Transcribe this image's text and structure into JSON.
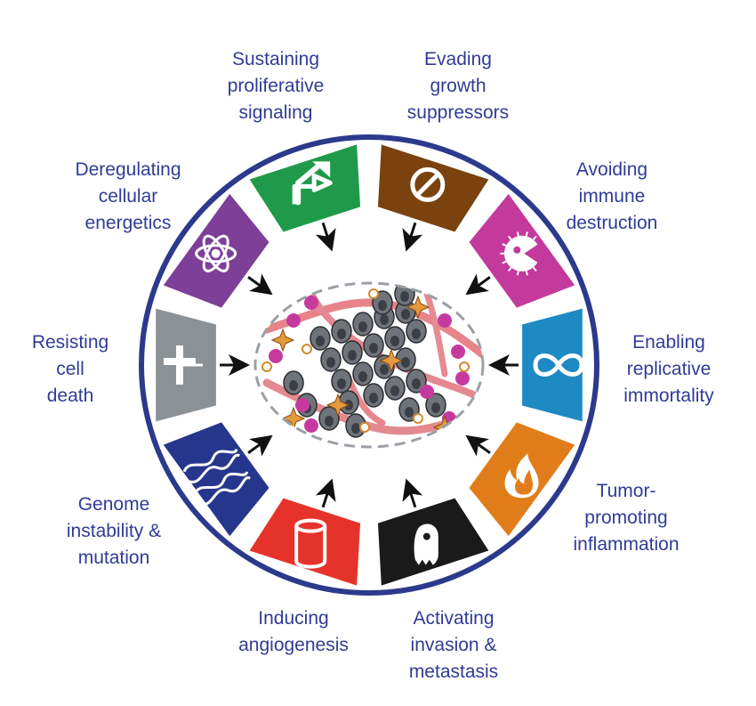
{
  "colors": {
    "ring": "#2b3a8c",
    "label_text": "#2f3c96",
    "segment_green": "#1f9a4a",
    "segment_brown": "#7a420f",
    "segment_magenta": "#c33a9c",
    "segment_cyan": "#1e8ac4",
    "segment_orange": "#e07d1a",
    "segment_black": "#1a1a1a",
    "segment_red": "#e5332b",
    "segment_navy": "#26368c",
    "segment_gray": "#8c9196",
    "segment_purple": "#7d3f98"
  },
  "hallmarks": [
    {
      "id": "proliferative",
      "icon": "arrow-up-right-icon",
      "lines": [
        "Sustaining",
        "proliferative",
        "signaling"
      ]
    },
    {
      "id": "growth-suppressors",
      "icon": "no-entry-icon",
      "lines": [
        "Evading",
        "growth",
        "suppressors"
      ]
    },
    {
      "id": "immune",
      "icon": "pacman-cell-icon",
      "lines": [
        "Avoiding",
        "immune",
        "destruction"
      ]
    },
    {
      "id": "immortality",
      "icon": "infinity-icon",
      "lines": [
        "Enabling",
        "replicative",
        "immortality"
      ]
    },
    {
      "id": "inflammation",
      "icon": "flame-icon",
      "lines": [
        "Tumor-",
        "promoting",
        "inflammation"
      ]
    },
    {
      "id": "invasion",
      "icon": "migrating-cell-icon",
      "lines": [
        "Activating",
        "invasion &",
        "metastasis"
      ]
    },
    {
      "id": "angiogenesis",
      "icon": "blood-vessel-icon",
      "lines": [
        "Inducing",
        "angiogenesis"
      ]
    },
    {
      "id": "genome",
      "icon": "dna-helix-icon",
      "lines": [
        "Genome",
        "instability &",
        "mutation"
      ]
    },
    {
      "id": "cell-death",
      "icon": "cross-icon",
      "lines": [
        "Resisting",
        "cell",
        "death"
      ]
    },
    {
      "id": "energetics",
      "icon": "atom-icon",
      "lines": [
        "Deregulating",
        "cellular",
        "energetics"
      ]
    }
  ]
}
